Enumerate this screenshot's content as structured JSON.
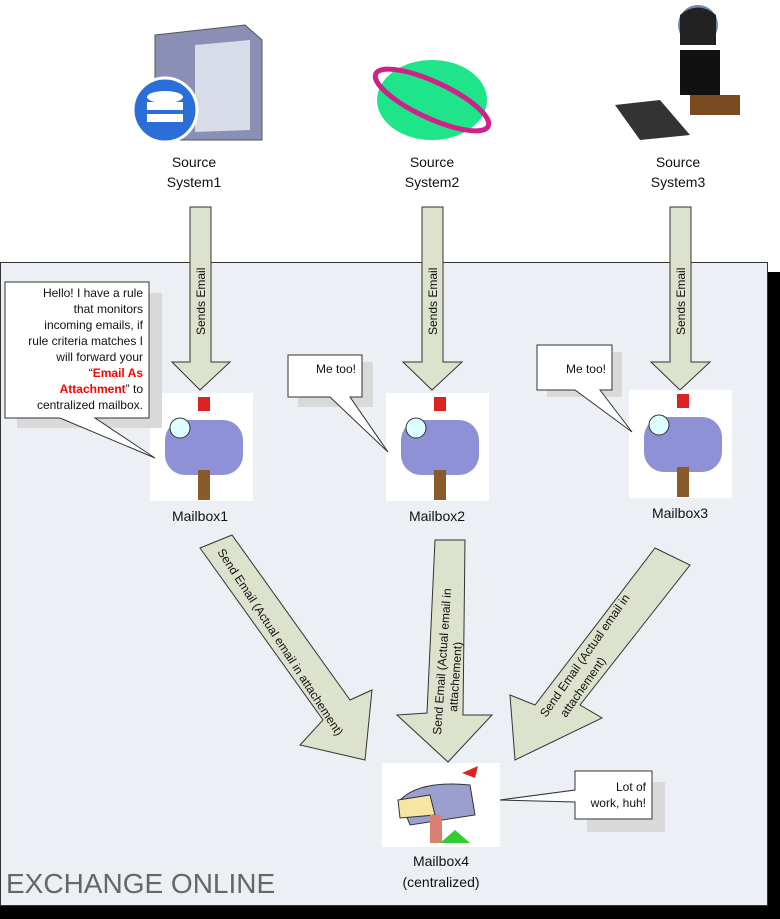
{
  "sources": [
    {
      "line1": "Source",
      "line2": "System1",
      "icon": "server-database-icon"
    },
    {
      "line1": "Source",
      "line2": "System2",
      "icon": "globe-icon"
    },
    {
      "line1": "Source",
      "line2": "System3",
      "icon": "user-laptop-icon"
    }
  ],
  "sends_email": "Sends Email",
  "mailboxes": [
    {
      "label": "Mailbox1"
    },
    {
      "label": "Mailbox2"
    },
    {
      "label": "Mailbox3"
    },
    {
      "label": "Mailbox4",
      "sub": "(centralized)"
    }
  ],
  "forward_arrows": [
    {
      "line1": "Send Email (Actual email in attachement)"
    },
    {
      "line1": "Send Email (Actual email in",
      "line2": "attachement)"
    },
    {
      "line1": "Send Email (Actual email in",
      "line2": "attachement)"
    }
  ],
  "bubble1": {
    "lines": [
      "Hello! I have a rule",
      "that monitors",
      "incoming emails, if",
      "rule criteria matches I",
      "will forward your"
    ],
    "quote_open": "“",
    "highlight1": "Email As",
    "highlight2": "Attachment",
    "after": "” to",
    "last": "centralized mailbox.",
    "highlight_color": "#ff0000"
  },
  "bubble2": "Me too!",
  "bubble3": "Me too!",
  "bubble4": {
    "line1": "Lot of",
    "line2": "work, huh!"
  },
  "region_label": "EXCHANGE ONLINE",
  "colors": {
    "region_bg": "#eceff4",
    "arrow_fill": "#dde2cc"
  }
}
